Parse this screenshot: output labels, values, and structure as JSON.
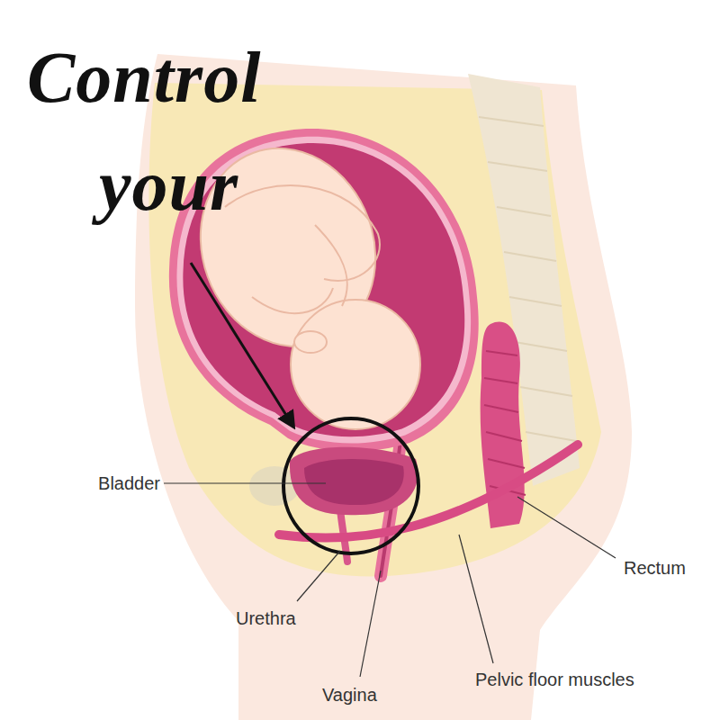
{
  "diagram": {
    "title": "Control your",
    "labels": [
      "Bladder",
      "Rectum",
      "Urethra",
      "Vagina",
      "Pelvic floor muscles"
    ]
  }
}
